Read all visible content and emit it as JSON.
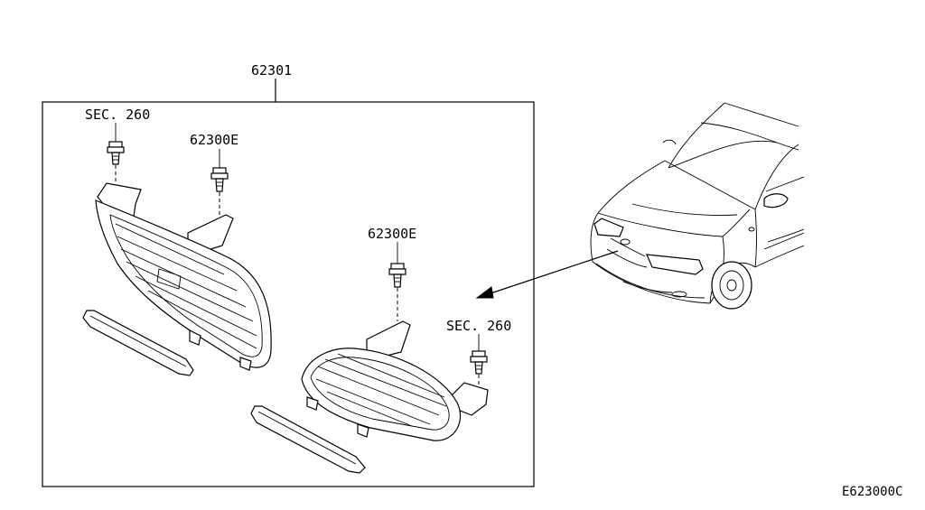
{
  "diagram": {
    "assembly_number": "62301",
    "labels": {
      "sec_left": "SEC. 260",
      "clip_left": "62300E",
      "clip_right": "62300E",
      "sec_right": "SEC. 260"
    },
    "figure_code": "E623000C"
  }
}
